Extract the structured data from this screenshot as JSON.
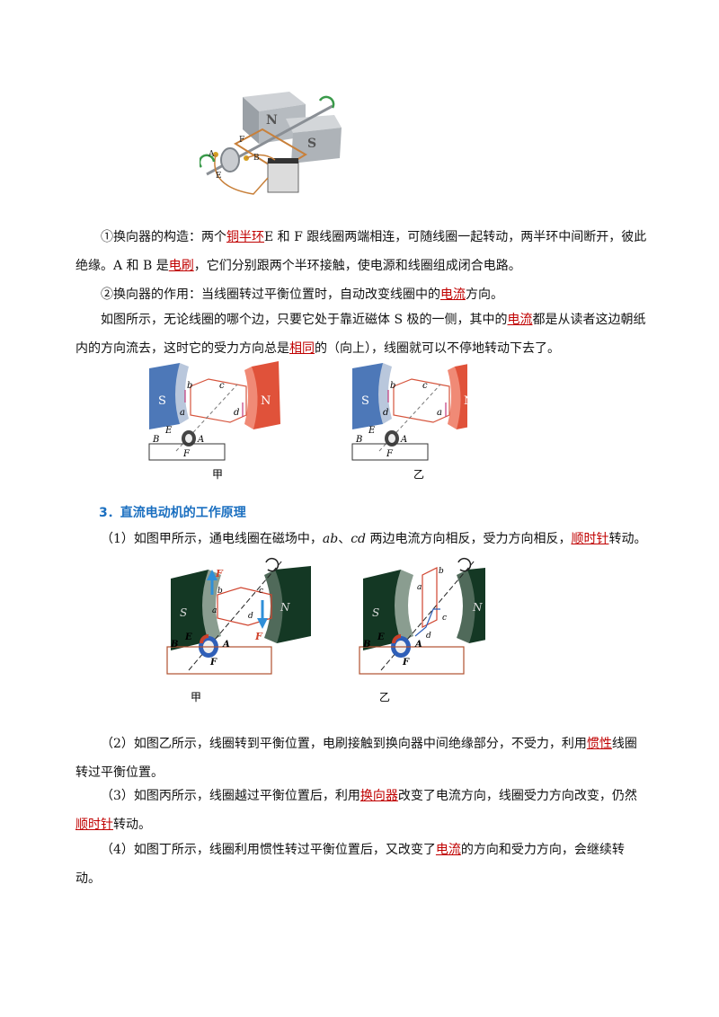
{
  "fig1": {
    "n_label": "N",
    "s_label": "S",
    "labels": [
      "A",
      "B",
      "E",
      "F"
    ]
  },
  "p1": {
    "a": "①换向器的构造：两个",
    "u1": "铜半环",
    "b": "E 和 F 跟线圈两端相连，可随线圈一起转动，两半环中间断开，彼此绝缘。A 和 B 是",
    "u2": "电刷",
    "c": "，它们分别跟两个半环接触，使电源和线圈组成闭合电路。"
  },
  "p2": {
    "a": "②换向器的作用：当线圈转过平衡位置时，自动改变线圈中的",
    "u1": "电流",
    "b": "方向。"
  },
  "p3": {
    "a": "如图所示，无论线圈的哪个边，只要它处于靠近磁体 S 极的一侧，其中的",
    "u1": "电流",
    "b": "都是从读者这边朝纸内的方向流去，这时它的受力方向总是",
    "u2": "相同",
    "c": "的（向上），线圈就可以不停地转动下去了。"
  },
  "fig2": {
    "s": "S",
    "n": "N",
    "jia": "甲",
    "yi": "乙",
    "letters_jia": [
      "a",
      "b",
      "c",
      "d"
    ],
    "letters_yi": [
      "a",
      "b",
      "c",
      "d"
    ],
    "brush": [
      "B",
      "A",
      "E",
      "F"
    ]
  },
  "heading": "3．直流电动机的工作原理",
  "p4": {
    "a": "（1）如图甲所示，通电线圈在磁场中，",
    "i1": "ab",
    "m1": "、",
    "i2": "cd",
    "b": " 两边电流方向相反，受力方向相反，",
    "u1": "顺时针",
    "c": "转动。"
  },
  "fig3": {
    "s": "S",
    "n": "N",
    "f": "F",
    "jia": "甲",
    "yi": "乙",
    "letters": [
      "a",
      "b",
      "c",
      "d"
    ],
    "brush": [
      "B",
      "A",
      "E",
      "F"
    ]
  },
  "p5": {
    "a": "（2）如图乙所示，线圈转到平衡位置，电刷接触到换向器中间绝缘部分，不受力，利用",
    "u1": "惯性",
    "b": "线圈转过平衡位置。"
  },
  "p6": {
    "a": "（3）如图丙所示，线圈越过平衡位置后，利用",
    "u1": "换向器",
    "b": "改变了电流方向，线圈受力方向改变，仍然",
    "u2": "顺时针",
    "c": "转动。"
  },
  "p7": {
    "a": "（4）如图丁所示，线圈利用惯性转过平衡位置后，又改变了",
    "u1": "电流",
    "b": "的方向和受力方向，会继续转动。"
  }
}
